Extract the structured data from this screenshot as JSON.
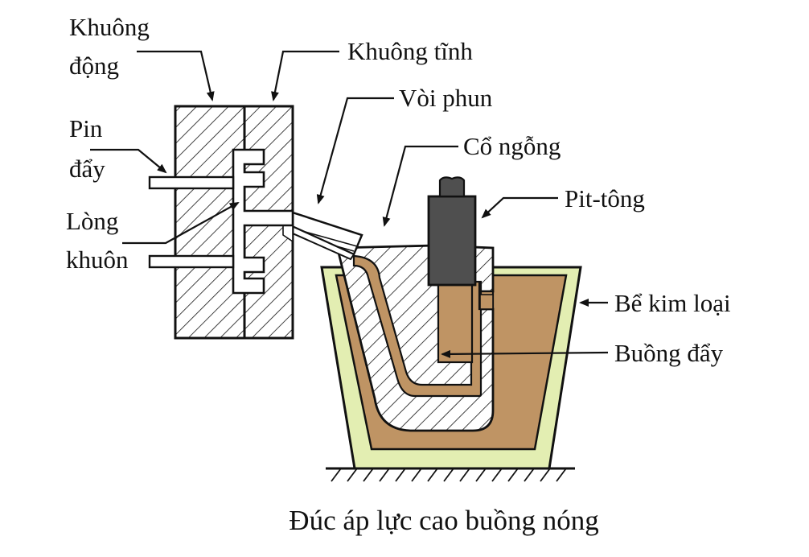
{
  "labels": {
    "khuon_dong": [
      "Khuông",
      "động"
    ],
    "khuon_tinh": "Khuông tĩnh",
    "pin_day": [
      "Pin",
      "đẩy"
    ],
    "long_khuon": [
      "Lòng",
      "khuôn"
    ],
    "voi_phun": "Vòi phun",
    "co_ngong": "Cổ ngỗng",
    "pit_tong": "Pit-tông",
    "be_kim_loai": "Bể kim loại",
    "buong_day": "Buồng đẩy"
  },
  "caption": "Đúc áp lực cao buồng nóng",
  "colors": {
    "vat_lieu_chiu_nhiet": "#e3eeb2",
    "kim_loai_long": "#bf9464",
    "pit_tong": "#4f4f4f",
    "net": "#111111"
  }
}
